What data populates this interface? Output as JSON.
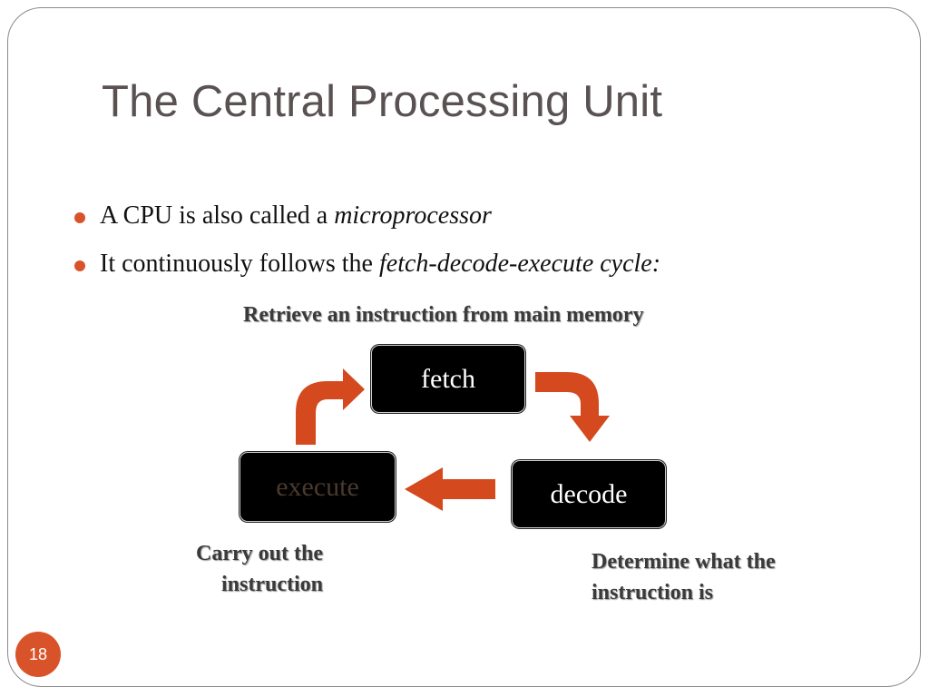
{
  "slide": {
    "title": "The Central Processing Unit",
    "bullets": [
      {
        "text": "A CPU is also called a ",
        "emphasis": "microprocessor"
      },
      {
        "text": "It continuously follows the ",
        "emphasis": "fetch-decode-execute cycle:"
      }
    ],
    "accent_color": "#d9532a",
    "page_number": "18"
  },
  "diagram": {
    "boxes": {
      "fetch": "fetch",
      "decode": "decode",
      "execute": "execute"
    },
    "captions": {
      "fetch": "Retrieve an instruction from main memory",
      "execute_line1": "Carry out the",
      "execute_line2": "instruction",
      "decode_line1": "Determine what the",
      "decode_line2": "instruction is"
    },
    "arrow_color": "#d4491e"
  }
}
